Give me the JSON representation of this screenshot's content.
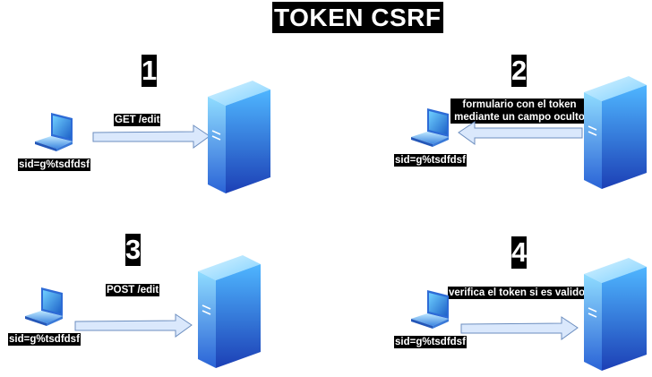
{
  "title": "TOKEN CSRF",
  "steps": [
    {
      "number": "1",
      "message": "GET /edit",
      "session": "sid=g%tsdfdsf",
      "direction": "client-to-server"
    },
    {
      "number": "2",
      "message_line1": "formulario con el token",
      "message_line2": "mediante un campo oculto",
      "session": "sid=g%tsdfdsf",
      "direction": "server-to-client"
    },
    {
      "number": "3",
      "message": "POST /edit",
      "session": "sid=g%tsdfdsf",
      "direction": "client-to-server"
    },
    {
      "number": "4",
      "message": "verifica el token si es valido",
      "session": "sid=g%tsdfdsf",
      "direction": "client-to-server"
    }
  ],
  "colors": {
    "arrow_fill": "#dae8fc",
    "arrow_stroke": "#6c8ebf",
    "server_top": "#7fd3ff",
    "server_bottom": "#1a3fb8"
  }
}
